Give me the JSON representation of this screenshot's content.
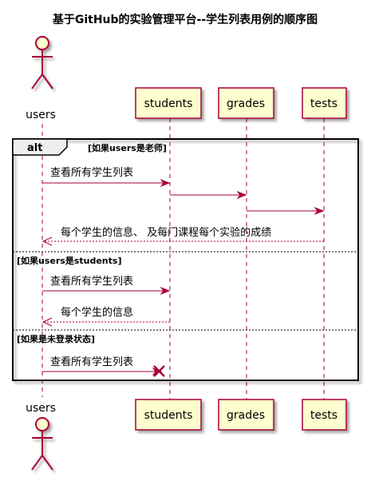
{
  "title": "基于GitHub的实验管理平台--学生列表用例的顺序图",
  "participants": {
    "users": "users",
    "students": "students",
    "grades": "grades",
    "tests": "tests"
  },
  "fragment": {
    "label": "alt",
    "guards": [
      "[如果users是老师]",
      "[如果users是students]",
      "[如果是未登录状态]"
    ]
  },
  "messages": {
    "m1": "查看所有学生列表",
    "m4": "每个学生的信息、 及每门课程每个实验的成绩",
    "m5": "查看所有学生列表",
    "m6": "每个学生的信息",
    "m7": "查看所有学生列表"
  },
  "colors": {
    "box_fill": "#fefece",
    "box_stroke": "#a80036",
    "line": "#a80036",
    "actor_fill": "#fefece"
  }
}
